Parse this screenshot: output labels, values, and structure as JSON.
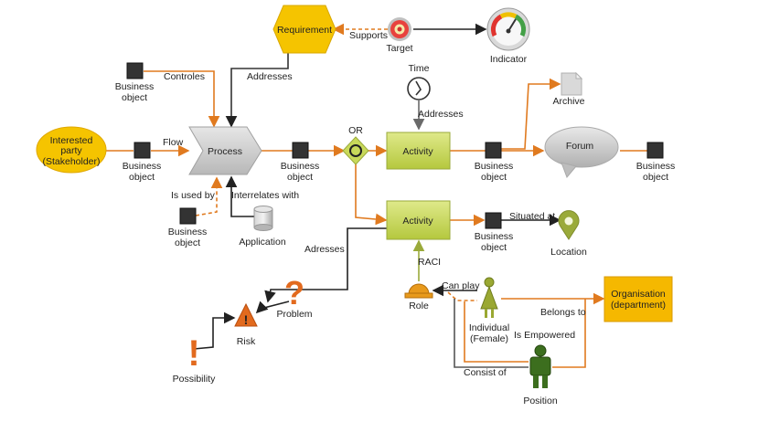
{
  "nodes": {
    "requirement": "Requirement",
    "target": "Target",
    "indicator": "Indicator",
    "business_object_1_line1": "Business",
    "business_object_1_line2": "object",
    "interested_party_line1": "Interested",
    "interested_party_line2": "party",
    "interested_party_line3": "(Stakeholder)",
    "business_object_2_line1": "Business",
    "business_object_2_line2": "object",
    "process": "Process",
    "business_object_3_line1": "Business",
    "business_object_3_line2": "object",
    "or_gate": "OR",
    "time": "Time",
    "activity_1": "Activity",
    "business_object_4_line1": "Business",
    "business_object_4_line2": "object",
    "archive": "Archive",
    "forum": "Forum",
    "business_object_5_line1": "Business",
    "business_object_5_line2": "object",
    "business_object_6_line1": "Business",
    "business_object_6_line2": "object",
    "application": "Application",
    "activity_2": "Activity",
    "business_object_7_line1": "Business",
    "business_object_7_line2": "object",
    "location": "Location",
    "problem": "Problem",
    "risk": "Risk",
    "possibility": "Possibility",
    "role": "Role",
    "individual_line1": "Individual",
    "individual_line2": "(Female)",
    "organisation_line1": "Organisation",
    "organisation_line2": "(department)",
    "position": "Position"
  },
  "edges": {
    "supports": "Supports",
    "controles": "Controles",
    "addresses_1": "Addresses",
    "flow": "Flow",
    "addresses_2": "Addresses",
    "is_used_by": "Is used by",
    "interrelates_with": "Interrelates with",
    "situated_at": "Situated at",
    "adresses": "Adresses",
    "raci": "RACI",
    "can_play": "Can play",
    "belongs_to": "Belongs to",
    "is_empowered": "Is Empowered",
    "consist_of": "Consist of"
  },
  "colors": {
    "flow_orange": "#e07a1f",
    "connector_dark": "#333333",
    "activity_green": "#c8d95a",
    "hexagon_yellow": "#f5c400",
    "olive_line": "#9aaa3a",
    "dark_green": "#3c6e1e"
  }
}
